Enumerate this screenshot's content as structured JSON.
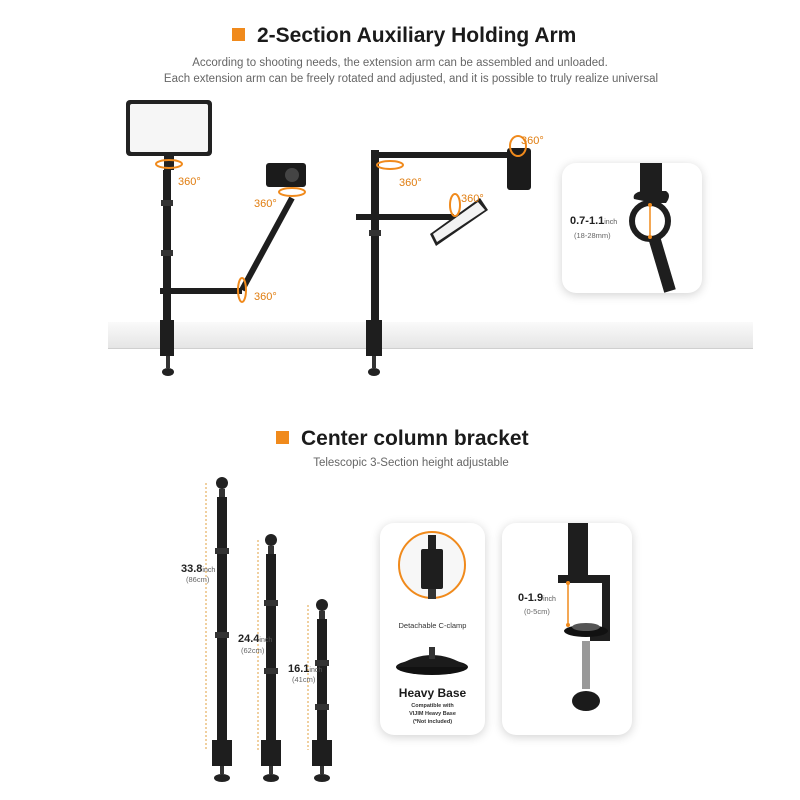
{
  "section1": {
    "title": "2-Section Auxiliary Holding Arm",
    "desc_line1": "According to shooting needs, the extension arm can be assembled and unloaded.",
    "desc_line2": "Each extension arm can be freely rotated and adjusted, and it is possible to truly realize universal",
    "rotation_labels": [
      "360°",
      "360°",
      "360°",
      "360°",
      "360°",
      "360°"
    ],
    "clamp_range": {
      "value": "0.7-1.1",
      "unit": "inch",
      "metric": "(18-28mm)"
    }
  },
  "section2": {
    "title": "Center column bracket",
    "subtitle": "Telescopic   3-Section height adjustable",
    "heights": [
      {
        "value": "33.8",
        "unit": "inch",
        "metric": "(86cm)"
      },
      {
        "value": "24.4",
        "unit": "inch",
        "metric": "(62cm)"
      },
      {
        "value": "16.1",
        "unit": "inch",
        "metric": "(41cm)"
      }
    ],
    "detachable_label": "Detachable C-clamp",
    "heavy_base_title": "Heavy Base",
    "heavy_base_note1": "Compatible with",
    "heavy_base_note2": "VIJIM Heavy Base",
    "heavy_base_note3": "(*Not included)",
    "clamp_opening": {
      "value": "0-1.9",
      "unit": "inch",
      "metric": "(0-5cm)"
    }
  },
  "colors": {
    "accent": "#f08a1c",
    "stand": "#1e1e1e",
    "panel": "#f4f4f4"
  }
}
